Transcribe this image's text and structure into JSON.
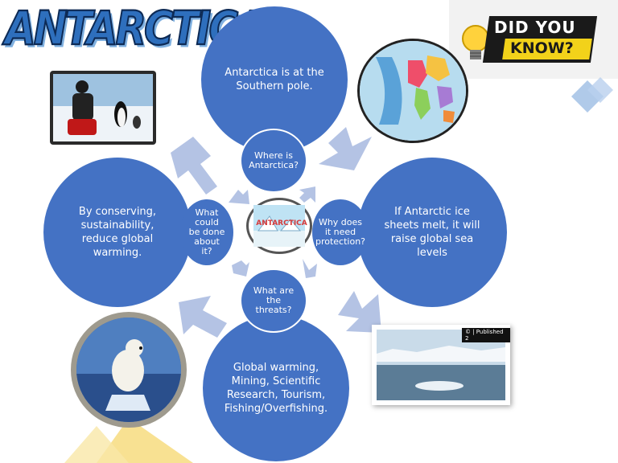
{
  "title": "ANTARCTICA",
  "did_you_know": {
    "line1": "DID YOU",
    "line2": "KNOW?"
  },
  "center_badge": "ANTARCTICA",
  "news_caption": "© | Published 2",
  "big_circles": {
    "top": "Antarctica is at the Southern pole.",
    "right": "If Antarctic ice sheets melt, it will raise global sea levels",
    "bottom": "Global warming, Mining, Scientific Research, Tourism, Fishing/Overfishing.",
    "left": "By conserving, sustainability, reduce global warming."
  },
  "small_circles": {
    "top": "Where is Antarctica?",
    "right": "Why does it need protection?",
    "bottom": "What are the threats?",
    "left": "What could be done about it?"
  },
  "colors": {
    "circle": "#4472c4",
    "arrow": "#b4c3e4",
    "accent_yellow": "#f5d76e"
  }
}
